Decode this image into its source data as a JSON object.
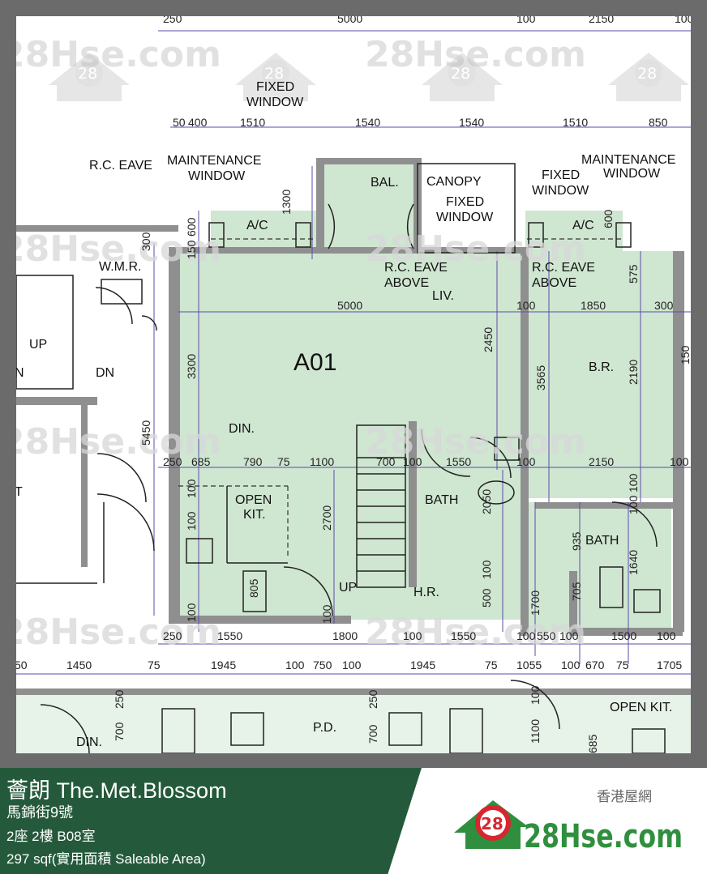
{
  "watermark": "28Hse.com",
  "watermark_badge": "28",
  "unit_label": "A01",
  "room_labels": {
    "fixed_window_top": [
      "FIXED",
      "WINDOW"
    ],
    "rc_eave": "R.C. EAVE",
    "maint_window_left": [
      "MAINTENANCE",
      "WINDOW"
    ],
    "maint_window_right": [
      "MAINTENANCE",
      "WINDOW"
    ],
    "fixed_window_right": [
      "FIXED",
      "WINDOW"
    ],
    "bal": "BAL.",
    "canopy": "CANOPY",
    "fixed_window_mid": [
      "FIXED",
      "WINDOW"
    ],
    "ac_left": "A/C",
    "ac_right": "A/C",
    "wmr": "W.M.R.",
    "rc_eave_above_left": [
      "R.C. EAVE",
      "ABOVE"
    ],
    "rc_eave_above_right": [
      "R.C. EAVE",
      "ABOVE"
    ],
    "liv": "LIV.",
    "br": "B.R.",
    "up": "UP",
    "dn": "DN",
    "n": "N",
    "din": "DIN.",
    "open_kit": [
      "OPEN",
      "KIT."
    ],
    "bath_left": "BATH",
    "bath_right": "BATH",
    "up_stair": "UP",
    "hr": "H.R.",
    "din_bottom": "DIN.",
    "pd": "P.D.",
    "open_kit_bottom": "OPEN KIT.",
    "t": "T"
  },
  "dimensions": {
    "top_row": [
      "250",
      "5000",
      "100",
      "2150",
      "100"
    ],
    "second_row": [
      "50",
      "400",
      "1510",
      "1540",
      "1540",
      "1510",
      "850"
    ],
    "vertical_labels": [
      "300",
      "150",
      "600",
      "1300",
      "600",
      "575",
      "3300",
      "5450",
      "2450",
      "3565",
      "2190",
      "150",
      "2700",
      "2050",
      "935",
      "1640",
      "705",
      "1700",
      "100",
      "100",
      "500",
      "100",
      "100",
      "100",
      "805",
      "100",
      "250",
      "700",
      "250",
      "700",
      "100",
      "1100",
      "685",
      "100"
    ],
    "mid_row": [
      "5000",
      "100",
      "1850",
      "300"
    ],
    "kitchen_row": [
      "250",
      "685",
      "790",
      "75",
      "1100",
      "700",
      "100",
      "1550",
      "100",
      "2150",
      "100"
    ],
    "bottom_row": [
      "250",
      "1550",
      "1800",
      "100",
      "1550",
      "100",
      "550",
      "100",
      "1500",
      "100"
    ],
    "lowest_row": [
      "50",
      "1450",
      "75",
      "1945",
      "100",
      "750",
      "100",
      "1945",
      "75",
      "1055",
      "100",
      "670",
      "75",
      "1705"
    ]
  },
  "footer": {
    "title": "薈朗 The.Met.Blossom",
    "address": "馬錦街9號",
    "unit": "2座 2樓 B08室",
    "area": "297 sqf(實用面積 Saleable Area)",
    "logo_cn": "香港屋網",
    "logo_badge": "28",
    "logo_text": "28Hse.com"
  },
  "colors": {
    "background": "#6b6b6b",
    "footer_green": "#245a3b",
    "room_fill": "#cfe6d1",
    "wall": "#8f8f8f",
    "dimension_line": "#5b4ea8",
    "logo_green": "#2f8f3e",
    "logo_red": "#d8262f"
  }
}
